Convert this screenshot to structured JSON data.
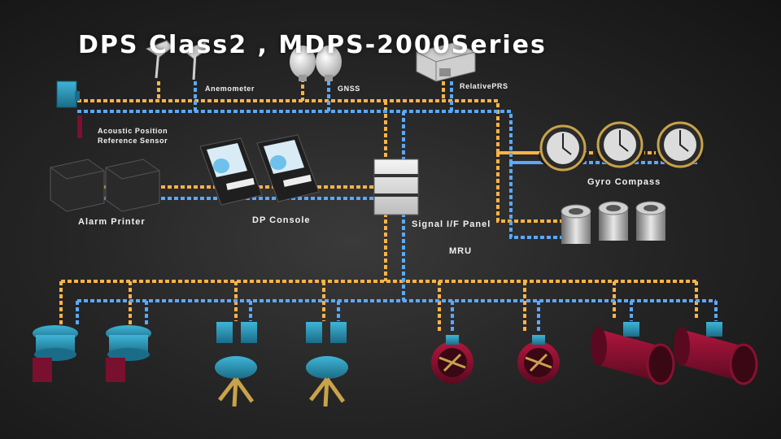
{
  "title": "DPS Class2 , MDPS-2000Series",
  "labels": {
    "anemometer": "Anemometer",
    "gnss": "GNSS",
    "relative_prs": "RelativePRS",
    "acoustic_line1": "Acoustic Position",
    "acoustic_line2": "Reference Sensor",
    "gyro_compass": "Gyro Compass",
    "alarm_printer": "Alarm Printer",
    "dp_console": "DP Console",
    "signal_panel": "Signal I/F Panel",
    "mru": "MRU"
  },
  "colors": {
    "bus_a": "#ffb347",
    "bus_b": "#5aa9ff",
    "equipment_teal": "#2a8fb0",
    "thruster_red": "#8a1030",
    "background": "#262626"
  }
}
